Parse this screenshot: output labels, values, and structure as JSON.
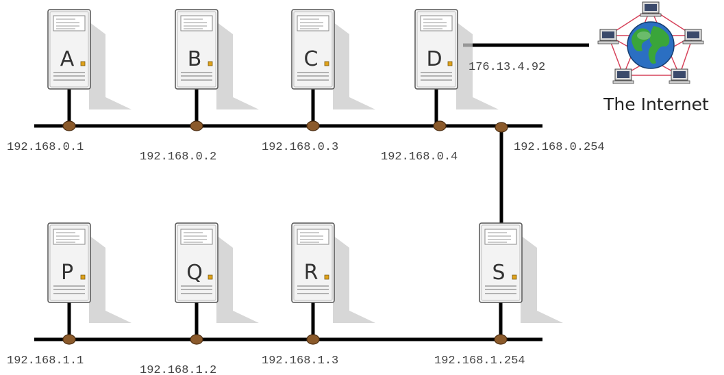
{
  "colors": {
    "wire": "#000000",
    "node": "#8b5a2b",
    "server_body": "#f2f2f2",
    "server_shadow": "#c8c8c8",
    "inet_links": "#d6425a",
    "globe_ocean": "#2b6fc2",
    "globe_land": "#3aa53a"
  },
  "icons": {
    "server": "server-tower-icon",
    "internet": "globe-network-icon"
  },
  "servers": [
    {
      "id": "A",
      "label": "A"
    },
    {
      "id": "B",
      "label": "B"
    },
    {
      "id": "C",
      "label": "C"
    },
    {
      "id": "D",
      "label": "D"
    },
    {
      "id": "P",
      "label": "P"
    },
    {
      "id": "Q",
      "label": "Q"
    },
    {
      "id": "R",
      "label": "R"
    },
    {
      "id": "S",
      "label": "S"
    }
  ],
  "addresses": {
    "A": "192.168.0.1",
    "B": "192.168.0.2",
    "C": "192.168.0.3",
    "D": "192.168.0.4",
    "S_upper": "192.168.0.254",
    "P": "192.168.1.1",
    "Q": "192.168.1.2",
    "R": "192.168.1.3",
    "S_lower": "192.168.1.254",
    "D_external": "176.13.4.92"
  },
  "internet": {
    "label": "The Internet"
  }
}
